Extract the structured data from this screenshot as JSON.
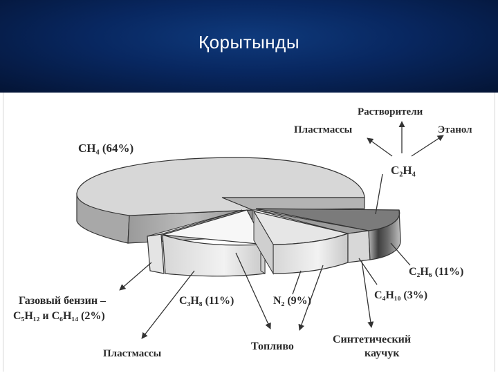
{
  "slide": {
    "title": "Қорытынды"
  },
  "colors": {
    "header_dark": "#041435",
    "header_mid": "#0f3a7c",
    "slice_light": "#ebebeb",
    "slice_mid": "#c8c8c8",
    "slice_dark": "#4a4a4a",
    "outline": "#333333"
  },
  "chart_data": {
    "type": "pie",
    "slices": [
      {
        "formula": "CH₄",
        "percent": 64,
        "label": "CH₄ (64%)"
      },
      {
        "formula": "C₅H₁₂ и C₆H₁₄",
        "percent": 2,
        "label_line1": "Газовый бензин –",
        "label_line2": "C₅H₁₂ и C₆H₁₄ (2%)"
      },
      {
        "formula": "C₃H₈",
        "percent": 11,
        "label": "C₃H₈ (11%)"
      },
      {
        "formula": "N₂",
        "percent": 9,
        "label": "N₂ (9%)"
      },
      {
        "formula": "C₄H₁₀",
        "percent": 3,
        "label": "C₄H₁₀ (3%)"
      },
      {
        "formula": "C₂H₆",
        "percent": 11,
        "label": "C₂H₆ (11%)"
      }
    ],
    "products": {
      "ethylene": "C₂H₄",
      "plastics_top": "Пластмассы",
      "solvents": "Растворители",
      "ethanol": "Этанол",
      "plastics_bottom": "Пластмассы",
      "fuel": "Топливо",
      "rubber_line1": "Синтетический",
      "rubber_line2": "каучук"
    }
  }
}
